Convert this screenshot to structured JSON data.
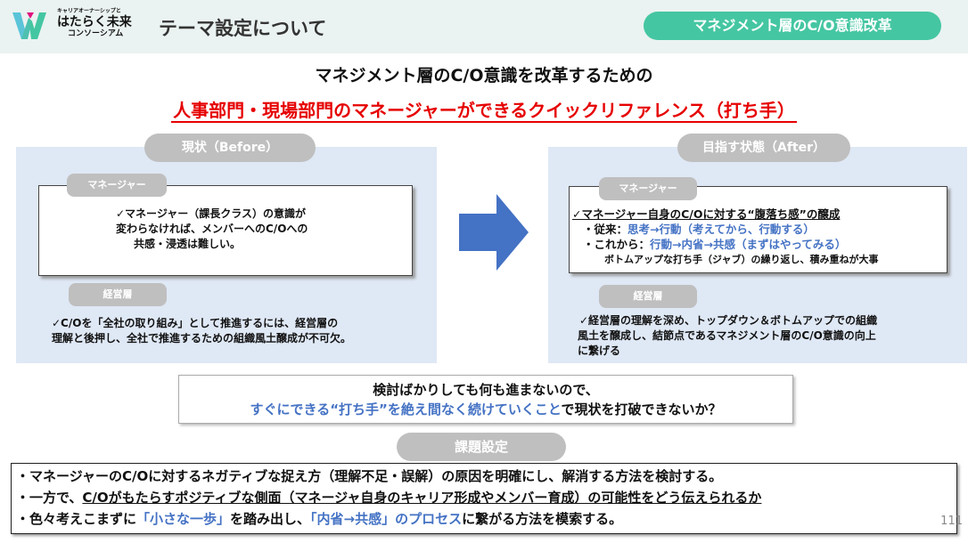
{
  "header": {
    "brand_tagline": "キャリアオーナーシップと",
    "brand_name": "はたらく未来",
    "brand_sub": "コンソーシアム",
    "title": "テーマ設定について",
    "badge": "マネジメント層のC/O意識改革"
  },
  "headline": {
    "line1": "マネジメント層のC/O意識を改革するための",
    "line2": "人事部門・現場部門のマネージャーができるクイックリファレンス（打ち手）"
  },
  "before": {
    "label": "現状（Before）",
    "manager_tag": "マネージャー",
    "manager_text": [
      "✓マネージャー（課長クラス）の意識が",
      "変わらなければ、メンバーへのC/Oへの",
      "共感・浸透は難しい。"
    ],
    "exec_tag": "経営層",
    "exec_text": [
      "✓C/Oを「全社の取り組み」として推進するには、経営層の",
      "理解と後押し、全社で推進するための組織風土醸成が不可欠。"
    ]
  },
  "after": {
    "label": "目指す状態（After）",
    "manager_tag": "マネージャー",
    "heading": "✓マネージャー自身のC/Oに対する“腹落ち感”の醸成",
    "line1_prefix": "・従来：",
    "line1_blue": "思考→行動（考えてから、行動する）",
    "line2_prefix": "・これから：",
    "line2_blue": "行動→内省→共感（まずはやってみる）",
    "line3": "ボトムアップな打ち手（ジャブ）の繰り返し、積み重ねが大事",
    "exec_tag": "経営層",
    "exec_text": [
      "✓経営層の理解を深め、トップダウン＆ボトムアップでの組織",
      "風土を醸成し、結節点であるマネジメント層のC/O意識の向上",
      "に繋げる"
    ]
  },
  "question": {
    "line1": "検討ばかりしても何も進まないので、",
    "line2_blue": "すぐにできる“打ち手”を絶え間なく続けていくこと",
    "line2_rest": "で現状を打破できないか？"
  },
  "issues": {
    "label": "課題設定",
    "item1": "・マネージャーのC/Oに対するネガティブな捉え方（理解不足・誤解）の原因を明確にし、解消する方法を検討する。",
    "item2_prefix": "・一方で、",
    "item2_u": "C/Oがもたらすポジティブな側面（マネージャ自身のキャリア形成やメンバー育成）の可能性をどう伝えられるか",
    "item3_a": "・色々考えこまずに",
    "item3_b": "「小さな一歩」",
    "item3_c": "を踏み出し、",
    "item3_d": "「内省→共感」のプロセス",
    "item3_e": "に繋がる方法を模索する。"
  },
  "page_number": "111",
  "colors": {
    "accent": "#45c6a2",
    "red": "#e60000",
    "blue": "#4472c4",
    "panel": "#dfe8f5"
  }
}
